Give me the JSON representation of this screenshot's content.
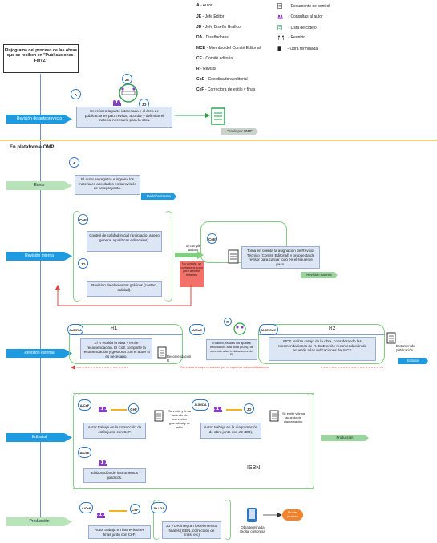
{
  "legend": [
    {
      "code": "A",
      "text": " - Autor"
    },
    {
      "code": "JE",
      "text": " - Jefe Editor"
    },
    {
      "code": "JD",
      "text": " - Jefe Diseño Gráfico"
    },
    {
      "code": "DA",
      "text": " - Diseñadores"
    },
    {
      "code": "MCE",
      "text": " - Miembro del Comité Editorial"
    },
    {
      "code": "CE",
      "text": " - Comité editorial"
    },
    {
      "code": "R",
      "text": " - Revisor"
    },
    {
      "code": "CoE",
      "text": " - Coordinadora editorial"
    },
    {
      "code": "CeF",
      "text": " - Correctora de estilo y finas"
    }
  ],
  "legend_icons": [
    {
      "icon": "document-icon",
      "text": "- Documento de control"
    },
    {
      "icon": "consult-icon",
      "text": "- Consultas al autor"
    },
    {
      "icon": "checklist-icon",
      "text": "- Lista de cotejo"
    },
    {
      "icon": "meeting-icon",
      "text": "- Reunión"
    },
    {
      "icon": "phone-icon",
      "text": "- Obra terminada"
    }
  ],
  "title": "Flujograma del proceso de las obras que se reciben en \"Publicaciones-FMVZ\"",
  "platform_label": "En plataforma OMP",
  "stages": {
    "anteproyecto": "Revisión de anteproyecto",
    "envio": "Envío",
    "revision_interna": "Revisión interna",
    "revision_externa": "Revisión externa",
    "editorial": "Editorial",
    "produccion": "Producción"
  },
  "anteproyecto": {
    "node_a": "A",
    "node_je": "JE",
    "node_jd": "JD",
    "box": "Se reúnen la parte interesada y el área de publicaciones para revisar, acordar y delimitar el material necesario para la obra.",
    "tag": "\"Envío por OMP\""
  },
  "envio": {
    "node": "A",
    "box": "El autor se registra e ingresa los materiales acordados en la revisión de anteproyecto.",
    "tag": "Revisión interna"
  },
  "interna": {
    "node_coe": "CoE",
    "box_coe": "Control de calidad inicial (antiplagio, apego general a políticas editoriales).",
    "node_jd": "JD",
    "box_jd": "Revisión de elementos gráficos (conteo, calidad).",
    "si_cumple": "Si cumple ambos",
    "no_cumple": "No cumple, se contacta al autor para atender faltantes",
    "node_coe2": "CoE",
    "box_right": "Toma en cuenta la asignación de Revisor Técnico (Comité Editorial) y propuesta de revisor para cargar todo en el siguiente paso.",
    "tag": "Revisión externa"
  },
  "externa": {
    "node_coe_r_a": "CoE/R/A",
    "r1": "R1",
    "box_r1": "El R evalúa la obra y emite recomendación. El CoE comparte la recomendación y gestiona con el autor si es necesario.",
    "recomendacion": "Recomendación R",
    "node_a_coe": "A/CoE",
    "node_r": "R",
    "box_mid": "El autor, realiza los ajustes necesarios a la obra (V2A), de acuerdo a las indicaciones del R.",
    "node_mce": "MCE/CoE",
    "r2": "R2",
    "box_r2": "MCE realiza cotejo de la obra, considerando las recomendaciones de R. CoE emite recomendación de acuerdo a las indicaciones del MCE",
    "dictamen": "Dictamen de publicación",
    "tag": "Editorial",
    "red_note": "Se reinicia la etapa en caso de que se requieran más modificaciones"
  },
  "editorial": {
    "node_a_cef": "A/CeF",
    "node_cef": "CeF",
    "box_estilo": "Autor trabaja en la corrección de estilo junto con CeF.",
    "firma1": "Se emite y firma acuerdo de corrección gramatical y de estilo.",
    "node_a_jd_da": "A/JD/DA",
    "node_jd": "JD",
    "box_diag": "Autor trabaja en la diagramación de obra junto con JD (DR).",
    "firma2": "Se emite y firma acuerdo de diagramación.",
    "node_a_coe": "A/CoE",
    "box_inst": "Elaboración de instrumentos jurídicos.",
    "isbn": "ISBN",
    "tag": "Producción"
  },
  "produccion": {
    "node_a_cef": "A/CeF",
    "node_cef": "CeF",
    "box_finas": "Autor trabaja en las revisiones finas junto con CeF.",
    "node_jd_da": "JD / DA",
    "box_final": "JD y DR integran los elementos finales (ISBN, corrección de finas, etc)",
    "obra": "Obra terminada Digital o impresa",
    "fin": "Fin del proceso"
  }
}
